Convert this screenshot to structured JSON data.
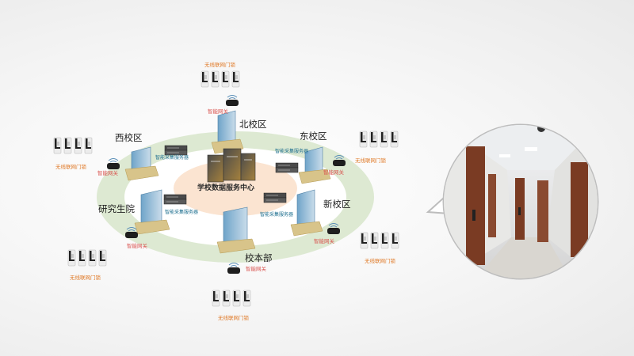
{
  "center": {
    "label": "学校数据服务中心"
  },
  "campuses": [
    {
      "id": "north",
      "label": "北校区"
    },
    {
      "id": "east",
      "label": "东校区"
    },
    {
      "id": "west",
      "label": "西校区"
    },
    {
      "id": "xin",
      "label": "新校区"
    },
    {
      "id": "grad",
      "label": "研究生院"
    },
    {
      "id": "main",
      "label": "校本部"
    }
  ],
  "gateway_label": "智能网关",
  "lock_group_label": "无线联网门锁",
  "server_label": "智能采集服务器",
  "colors": {
    "outer_ring": "#dde9d2",
    "inner_disc": "#fbe4d1",
    "bubble_border": "#bdbdbd",
    "gateway_text": "#d9534f",
    "lock_text": "#e07b2a",
    "server_text": "#1e6f8f"
  }
}
